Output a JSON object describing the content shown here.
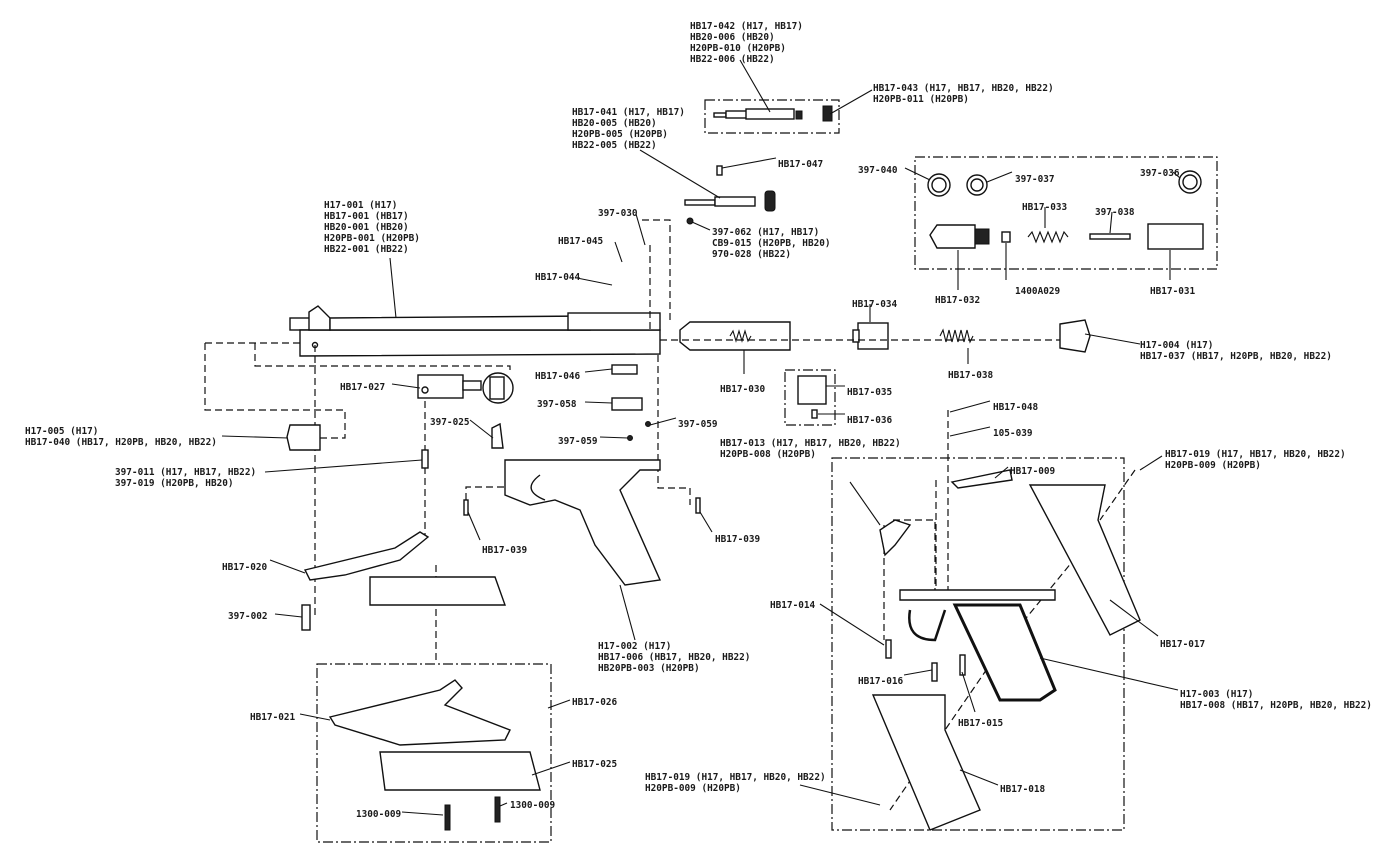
{
  "diagram": {
    "type": "exploded parts diagram",
    "callouts": [
      {
        "lines": [
          "HB17-042 (H17, HB17)",
          "HB20-006 (HB20)",
          "H20PB-010 (H20PB)",
          "HB22-006 (HB22)"
        ]
      },
      {
        "lines": [
          "HB17-043 (H17, HB17, HB20, HB22)",
          "H20PB-011 (H20PB)"
        ]
      },
      {
        "lines": [
          "HB17-041 (H17, HB17)",
          "HB20-005 (HB20)",
          "H20PB-005 (H20PB)",
          "HB22-005 (HB22)"
        ]
      },
      {
        "lines": [
          "HB17-047"
        ]
      },
      {
        "lines": [
          "397-062 (H17, HB17)",
          "CB9-015 (H20PB, HB20)",
          "970-028 (HB22)"
        ]
      },
      {
        "lines": [
          "397-030"
        ]
      },
      {
        "lines": [
          "HB17-045"
        ]
      },
      {
        "lines": [
          "HB17-044"
        ]
      },
      {
        "lines": [
          "H17-001 (H17)",
          "HB17-001 (HB17)",
          "HB20-001 (HB20)",
          "H20PB-001 (H20PB)",
          "HB22-001 (HB22)"
        ]
      },
      {
        "lines": [
          "397-040"
        ]
      },
      {
        "lines": [
          "397-037"
        ]
      },
      {
        "lines": [
          "397-036"
        ]
      },
      {
        "lines": [
          "HB17-033"
        ]
      },
      {
        "lines": [
          "397-038"
        ]
      },
      {
        "lines": [
          "HB17-032"
        ]
      },
      {
        "lines": [
          "1400A029"
        ]
      },
      {
        "lines": [
          "HB17-031"
        ]
      },
      {
        "lines": [
          "HB17-034"
        ]
      },
      {
        "lines": [
          "H17-004 (H17)",
          "HB17-037 (HB17, H20PB, HB20, HB22)"
        ]
      },
      {
        "lines": [
          "HB17-030"
        ]
      },
      {
        "lines": [
          "HB17-038"
        ]
      },
      {
        "lines": [
          "HB17-035"
        ]
      },
      {
        "lines": [
          "HB17-036"
        ]
      },
      {
        "lines": [
          "HB17-046"
        ]
      },
      {
        "lines": [
          "397-058"
        ]
      },
      {
        "lines": [
          "397-059"
        ]
      },
      {
        "lines": [
          "397-059"
        ]
      },
      {
        "lines": [
          "HB17-027"
        ]
      },
      {
        "lines": [
          "397-025"
        ]
      },
      {
        "lines": [
          "H17-005 (H17)",
          "HB17-040 (HB17, H20PB, HB20, HB22)"
        ]
      },
      {
        "lines": [
          "397-011 (H17, HB17, HB22)",
          "397-019 (H20PB, HB20)"
        ]
      },
      {
        "lines": [
          "HB17-013 (H17, HB17, HB20, HB22)",
          "H20PB-008 (H20PB)"
        ]
      },
      {
        "lines": [
          "HB17-048"
        ]
      },
      {
        "lines": [
          "105-039"
        ]
      },
      {
        "lines": [
          "HB17-009"
        ]
      },
      {
        "lines": [
          "HB17-019 (H17, HB17, HB20, HB22)",
          "H20PB-009 (H20PB)"
        ]
      },
      {
        "lines": [
          "HB17-039"
        ]
      },
      {
        "lines": [
          "HB17-039"
        ]
      },
      {
        "lines": [
          "HB17-020"
        ]
      },
      {
        "lines": [
          "397-002"
        ]
      },
      {
        "lines": [
          "H17-002 (H17)",
          "HB17-006 (HB17, HB20, HB22)",
          "HB20PB-003 (H20PB)"
        ]
      },
      {
        "lines": [
          "HB17-014"
        ]
      },
      {
        "lines": [
          "HB17-017"
        ]
      },
      {
        "lines": [
          "HB17-016"
        ]
      },
      {
        "lines": [
          "H17-003 (H17)",
          "HB17-008 (HB17, H20PB, HB20, HB22)"
        ]
      },
      {
        "lines": [
          "HB17-015"
        ]
      },
      {
        "lines": [
          "HB17-021"
        ]
      },
      {
        "lines": [
          "HB17-026"
        ]
      },
      {
        "lines": [
          "HB17-025"
        ]
      },
      {
        "lines": [
          "HB17-019 (H17, HB17, HB20, HB22)",
          "H20PB-009 (H20PB)"
        ]
      },
      {
        "lines": [
          "HB17-018"
        ]
      },
      {
        "lines": [
          "1300-009"
        ]
      },
      {
        "lines": [
          "1300-009"
        ]
      }
    ]
  }
}
